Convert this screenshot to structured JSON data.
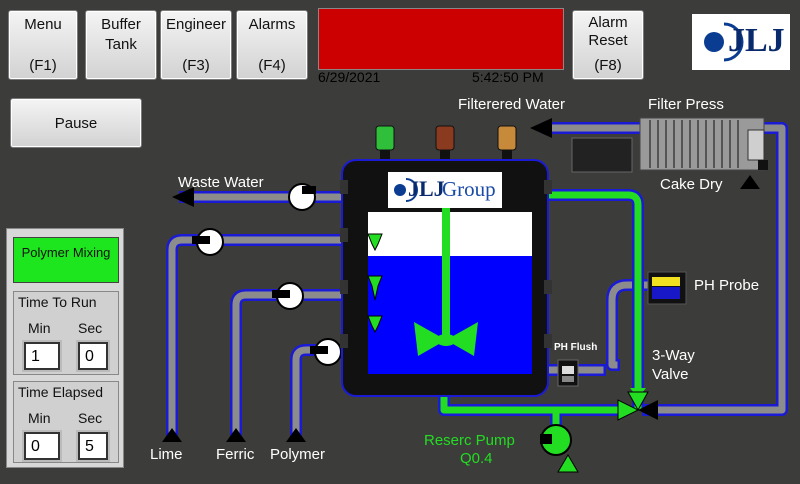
{
  "toolbar": {
    "menu": {
      "label": "Menu",
      "key": "(F1)"
    },
    "buffer_tank": {
      "label1": "Buffer",
      "label2": "Tank"
    },
    "engineer": {
      "label": "Engineer",
      "key": "(F3)"
    },
    "alarms": {
      "label": "Alarms",
      "key": "(F4)"
    },
    "alarm_reset": {
      "label1": "Alarm",
      "label2": "Reset",
      "key": "(F8)"
    }
  },
  "status": {
    "date": "6/29/2021",
    "time": "5:42:50 PM"
  },
  "logo": {
    "header_text": "JLJ",
    "tank_text_bold": "JLJ",
    "tank_text": "Group"
  },
  "pause_button": "Pause",
  "side_panel": {
    "mode": "Polymer Mixing",
    "time_to_run": {
      "title": "Time To Run",
      "min_label": "Min",
      "sec_label": "Sec",
      "min": "1",
      "sec": "0"
    },
    "time_elapsed": {
      "title": "Time Elapsed",
      "min_label": "Min",
      "sec_label": "Sec",
      "min": "0",
      "sec": "5"
    }
  },
  "labels": {
    "filtered_water": "Filterered Water",
    "filter_press": "Filter Press",
    "cake_dry": "Cake Dry",
    "waste_water": "Waste Water",
    "ph_probe": "PH Probe",
    "ph_flush": "PH Flush",
    "three_way_valve_1": "3-Way",
    "three_way_valve_2": "Valve",
    "recirc_pump_1": "Reserc Pump",
    "recirc_pump_2": "Q0.4",
    "lime": "Lime",
    "ferric": "Ferric",
    "polymer": "Polymer"
  },
  "colors": {
    "alarm": "#cc0000",
    "active_flow": "#22dd22",
    "liquid": "#0000ff",
    "pipe": "#8c8c8c"
  }
}
